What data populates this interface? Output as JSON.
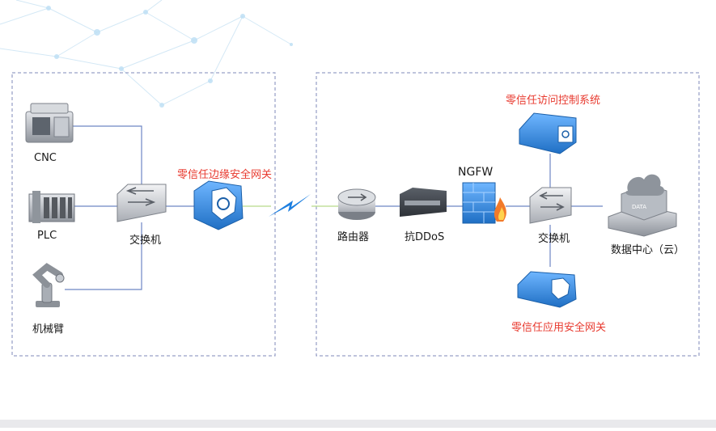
{
  "diagram": {
    "labels": {
      "cnc": "CNC",
      "plc": "PLC",
      "robot_arm": "机械臂",
      "switch_left": "交换机",
      "zt_edge_gateway": "零信任边缘安全网关",
      "router": "路由器",
      "anti_ddos": "抗DDoS",
      "ngfw": "NGFW",
      "switch_right": "交换机",
      "zt_access_control": "零信任访问控制系统",
      "zt_app_gateway": "零信任应用安全网关",
      "data_center": "数据中心（云）",
      "data_text": "DATA"
    },
    "colors": {
      "label_red": "#e83a2f",
      "link_line": "#6e86c4",
      "zone_border": "#7f88b8",
      "lightning": "#1d7fe0",
      "device_blue": "#2f86d6"
    }
  }
}
